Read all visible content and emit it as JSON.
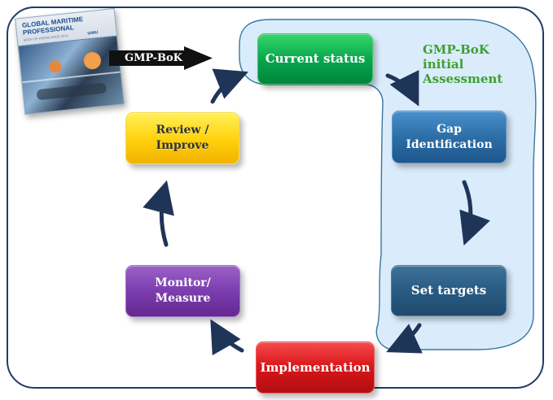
{
  "book": {
    "title": "GLOBAL MARITIME\nPROFESSIONAL",
    "subtitle": "BODY OF KNOWLEDGE 2014",
    "logo": "IAMU"
  },
  "gmp_arrow": {
    "label": "GMP-BoK"
  },
  "assessment": {
    "label": "GMP-BoK\ninitial\nAssessment"
  },
  "steps": {
    "current_status": "Current status",
    "gap_identification": "Gap\nIdentification",
    "set_targets": "Set targets",
    "implementation": "Implementation",
    "monitor_measure": "Monitor/\nMeasure",
    "review_improve": "Review /\nImprove"
  },
  "colors": {
    "frame": "#1f3c66",
    "assessment_fill": "#d9ecfb",
    "assessment_border": "#2f6f9c",
    "arrow": "#1f3558",
    "assessment_text": "#3da02f"
  },
  "icons": {
    "gmp_arrow": "right-arrow",
    "flow_arrows": "curved-arrow"
  }
}
